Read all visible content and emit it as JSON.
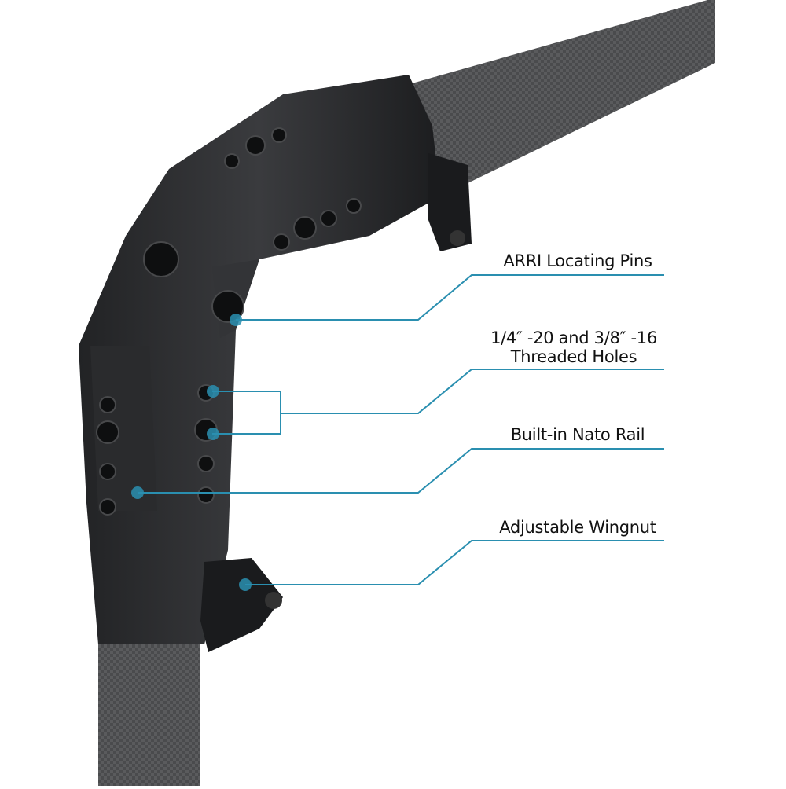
{
  "image": {
    "subject": "carbon fiber rod handle with angled aluminum connector",
    "accent_color": "#2a8fb0",
    "metal_color": "#2b2c2e",
    "carbon_color": "#4a4b4d"
  },
  "callouts": [
    {
      "id": "arri",
      "text": "ARRI  Locating Pins"
    },
    {
      "id": "threaded",
      "line1": "1/4″  -20 and 3/8″  -16",
      "line2": "Threaded  Holes"
    },
    {
      "id": "nato",
      "text": "Built-in Nato Rail"
    },
    {
      "id": "wingnut",
      "text": "Adjustable Wingnut"
    }
  ]
}
